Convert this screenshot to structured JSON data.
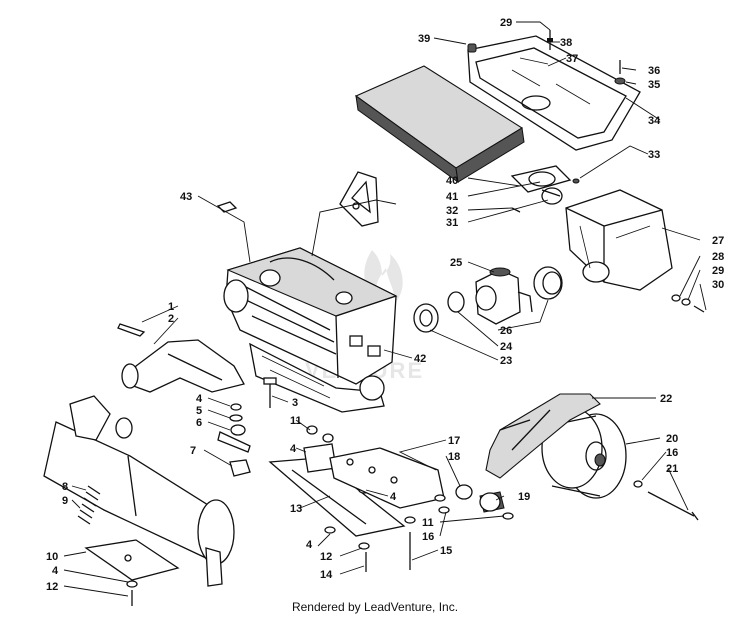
{
  "footer": "Rendered by LeadVenture, Inc.",
  "watermark": "VENTURE",
  "callouts": {
    "c1": "1",
    "c2": "2",
    "c3": "3",
    "c4a": "4",
    "c4b": "4",
    "c4c": "4",
    "c4d": "4",
    "c5": "5",
    "c6": "6",
    "c7": "7",
    "c8": "8",
    "c9": "9",
    "c10": "10",
    "c11a": "11",
    "c11b": "11",
    "c12a": "12",
    "c12b": "12",
    "c13": "13",
    "c14": "14",
    "c15": "15",
    "c16a": "16",
    "c16b": "16",
    "c17": "17",
    "c18": "18",
    "c19": "19",
    "c20": "20",
    "c21": "21",
    "c22": "22",
    "c23": "23",
    "c24": "24",
    "c25": "25",
    "c26": "26",
    "c27": "27",
    "c28": "28",
    "c29a": "29",
    "c29b": "29",
    "c30": "30",
    "c31": "31",
    "c32": "32",
    "c33": "33",
    "c34": "34",
    "c35": "35",
    "c36": "36",
    "c37": "37",
    "c38": "38",
    "c39": "39",
    "c40": "40",
    "c41": "41",
    "c42": "42",
    "c43": "43"
  }
}
